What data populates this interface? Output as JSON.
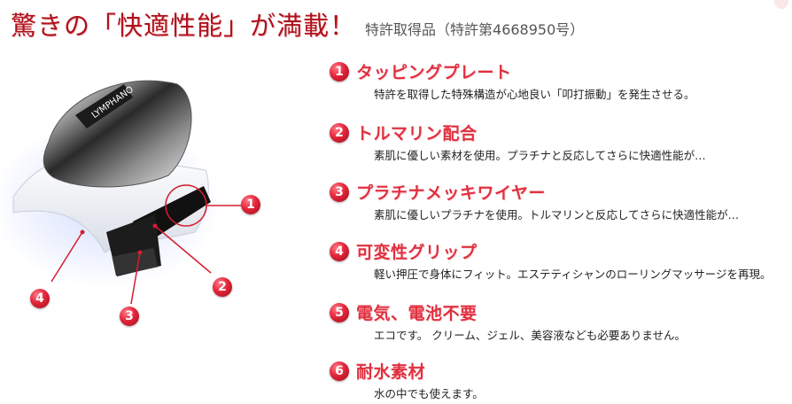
{
  "header": {
    "title": "驚きの「快適性能」が満載！",
    "subtitle": "特許取得品（特許第4668950号）"
  },
  "product": {
    "brand_text": "LYMPHANO",
    "callouts": [
      "1",
      "2",
      "3",
      "4"
    ]
  },
  "features": [
    {
      "number": "1",
      "title": "タッピングプレート",
      "desc": "特許を取得した特殊構造が心地良い「叩打振動」を発生させる。"
    },
    {
      "number": "2",
      "title": "トルマリン配合",
      "desc": "素肌に優しい素材を使用。プラチナと反応してさらに快適性能が…"
    },
    {
      "number": "3",
      "title": "プラチナメッキワイヤー",
      "desc": "素肌に優しいプラチナを使用。トルマリンと反応してさらに快適性能が…"
    },
    {
      "number": "4",
      "title": "可変性グリップ",
      "desc": "軽い押圧で身体にフィット。エステティシャンのローリングマッサージを再現。"
    },
    {
      "number": "5",
      "title": "電気、電池不要",
      "desc": "エコです。 クリーム、ジェル、美容液なども必要ありません。"
    },
    {
      "number": "6",
      "title": "耐水素材",
      "desc": "水の中でも使えます。"
    }
  ],
  "colors": {
    "accent": "#e0303f",
    "title": "#b0121d"
  }
}
